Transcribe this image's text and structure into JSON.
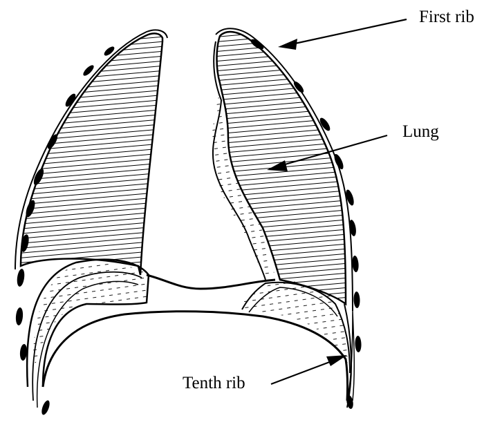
{
  "labels": {
    "first_rib": "First rib",
    "lung": "Lung",
    "tenth_rib": "Tenth rib"
  },
  "colors": {
    "ink": "#000000",
    "background": "#ffffff"
  }
}
